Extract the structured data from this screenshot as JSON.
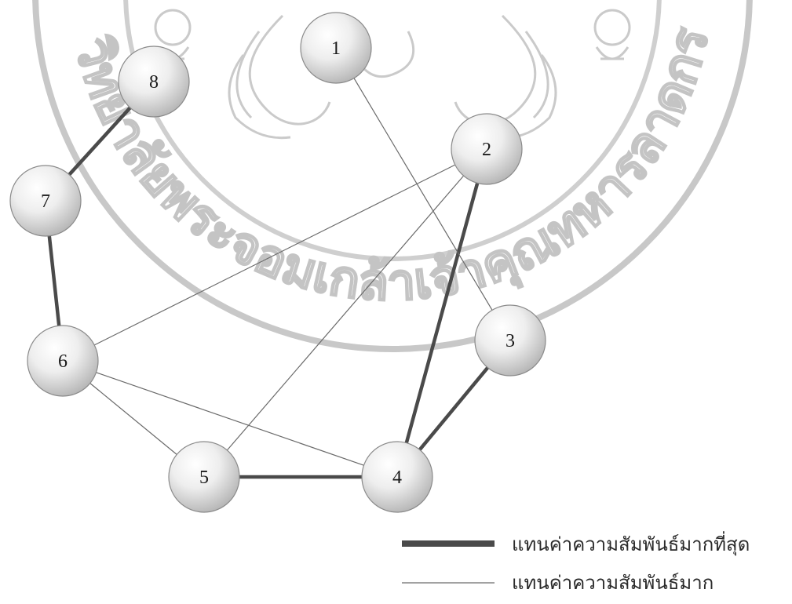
{
  "watermark": {
    "arc_text": "มหาวิทยาลัยพระจอมเกล้าเจ้าคุณทหารลาดกระบัง"
  },
  "nodes": [
    {
      "id": "1",
      "label": "1"
    },
    {
      "id": "2",
      "label": "2"
    },
    {
      "id": "3",
      "label": "3"
    },
    {
      "id": "4",
      "label": "4"
    },
    {
      "id": "5",
      "label": "5"
    },
    {
      "id": "6",
      "label": "6"
    },
    {
      "id": "7",
      "label": "7"
    },
    {
      "id": "8",
      "label": "8"
    }
  ],
  "edges": [
    {
      "from": "8",
      "to": "7",
      "strength": "strongest"
    },
    {
      "from": "7",
      "to": "6",
      "strength": "strongest"
    },
    {
      "from": "2",
      "to": "4",
      "strength": "strongest"
    },
    {
      "from": "3",
      "to": "4",
      "strength": "strongest"
    },
    {
      "from": "5",
      "to": "4",
      "strength": "strongest"
    },
    {
      "from": "1",
      "to": "3",
      "strength": "strong"
    },
    {
      "from": "2",
      "to": "6",
      "strength": "strong"
    },
    {
      "from": "2",
      "to": "5",
      "strength": "strong"
    },
    {
      "from": "6",
      "to": "4",
      "strength": "strong"
    },
    {
      "from": "6",
      "to": "5",
      "strength": "strong"
    }
  ],
  "legend": {
    "strongest_label": "แทนค่าความสัมพันธ์มากที่สุด",
    "strong_label": "แทนค่าความสัมพันธ์มาก"
  },
  "colors": {
    "strongest_line": "#4a4a4a",
    "strong_line": "#6a6a6a",
    "node_stroke": "#8a8a8a",
    "node_fill_light": "#ffffff",
    "node_fill_dark": "#b5b5b5",
    "watermark": "#c4c4c4"
  }
}
